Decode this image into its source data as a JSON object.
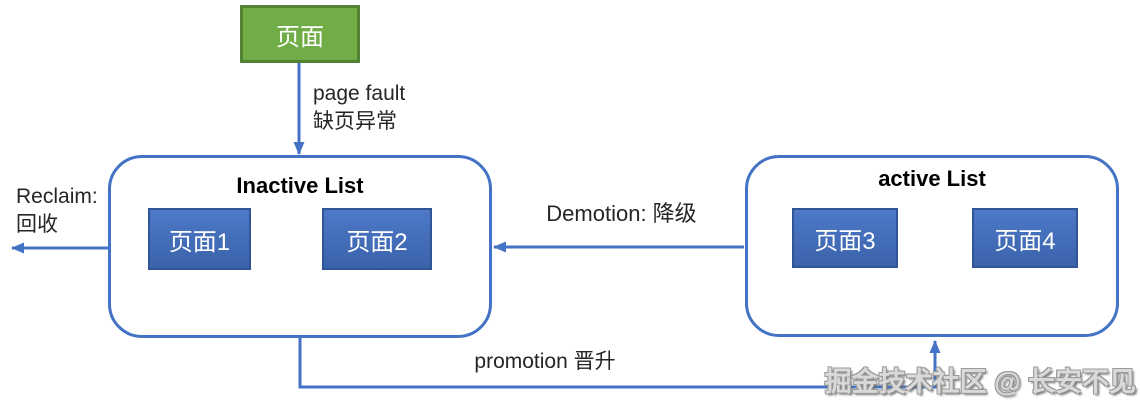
{
  "colors": {
    "line_blue": "#4472C4",
    "box_blue_fill_top": "#4d79c7",
    "box_blue_fill_bottom": "#3b63ab",
    "box_blue_border": "#2F5597",
    "green_fill": "#70AD47",
    "green_border": "#548235",
    "label_text": "#262626",
    "box_text": "#FFFFFF"
  },
  "page_box": {
    "label": "页面"
  },
  "page_fault": {
    "line1": "page fault",
    "line2": "缺页异常"
  },
  "reclaim": {
    "line1": "Reclaim:",
    "line2": "回收"
  },
  "demotion": {
    "label": "Demotion: 降级"
  },
  "promotion": {
    "label": "promotion 晋升"
  },
  "inactive_list": {
    "title": "Inactive List",
    "pages": [
      {
        "label": "页面1"
      },
      {
        "label": "页面2"
      }
    ]
  },
  "active_list": {
    "title": "active List",
    "pages": [
      {
        "label": "页面3"
      },
      {
        "label": "页面4"
      }
    ]
  },
  "watermark": {
    "label": "掘金技术社区 @ 长安不见"
  }
}
